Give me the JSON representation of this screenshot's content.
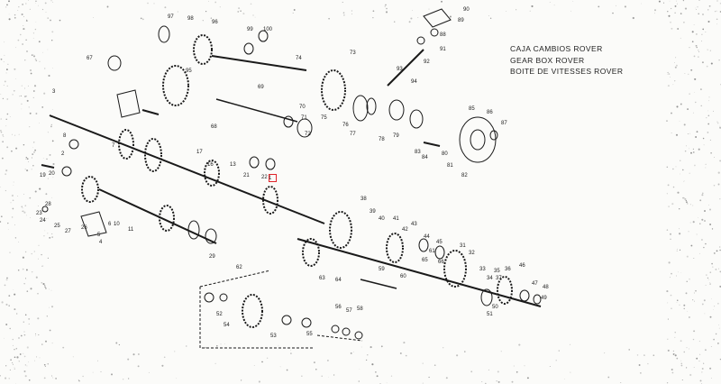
{
  "title_lines": [
    "CAJA CAMBIOS ROVER",
    "GEAR BOX ROVER",
    "BOITE DE VITESSES ROVER"
  ],
  "callouts": [
    "1",
    "2",
    "3",
    "4",
    "5",
    "6",
    "7",
    "8",
    "10",
    "11",
    "13",
    "16",
    "17",
    "19",
    "20",
    "21",
    "22",
    "23",
    "24",
    "25",
    "26",
    "27",
    "28",
    "29",
    "31",
    "32",
    "33",
    "34",
    "35",
    "36",
    "37",
    "38",
    "39",
    "40",
    "41",
    "42",
    "43",
    "44",
    "45",
    "46",
    "47",
    "48",
    "49",
    "50",
    "51",
    "52",
    "53",
    "54",
    "55",
    "56",
    "57",
    "58",
    "59",
    "60",
    "61",
    "62",
    "63",
    "64",
    "65",
    "66",
    "67",
    "68",
    "69",
    "70",
    "71",
    "72",
    "73",
    "74",
    "75",
    "76",
    "77",
    "78",
    "79",
    "80",
    "81",
    "82",
    "83",
    "84",
    "85",
    "86",
    "87",
    "88",
    "89",
    "90",
    "91",
    "92",
    "93",
    "94",
    "95",
    "96",
    "97",
    "98",
    "99",
    "100"
  ],
  "colors": {
    "ink": "#1a1a1a",
    "paper": "#fbfbf9",
    "highlight": "#e0242a"
  },
  "highlighted_part": "1"
}
